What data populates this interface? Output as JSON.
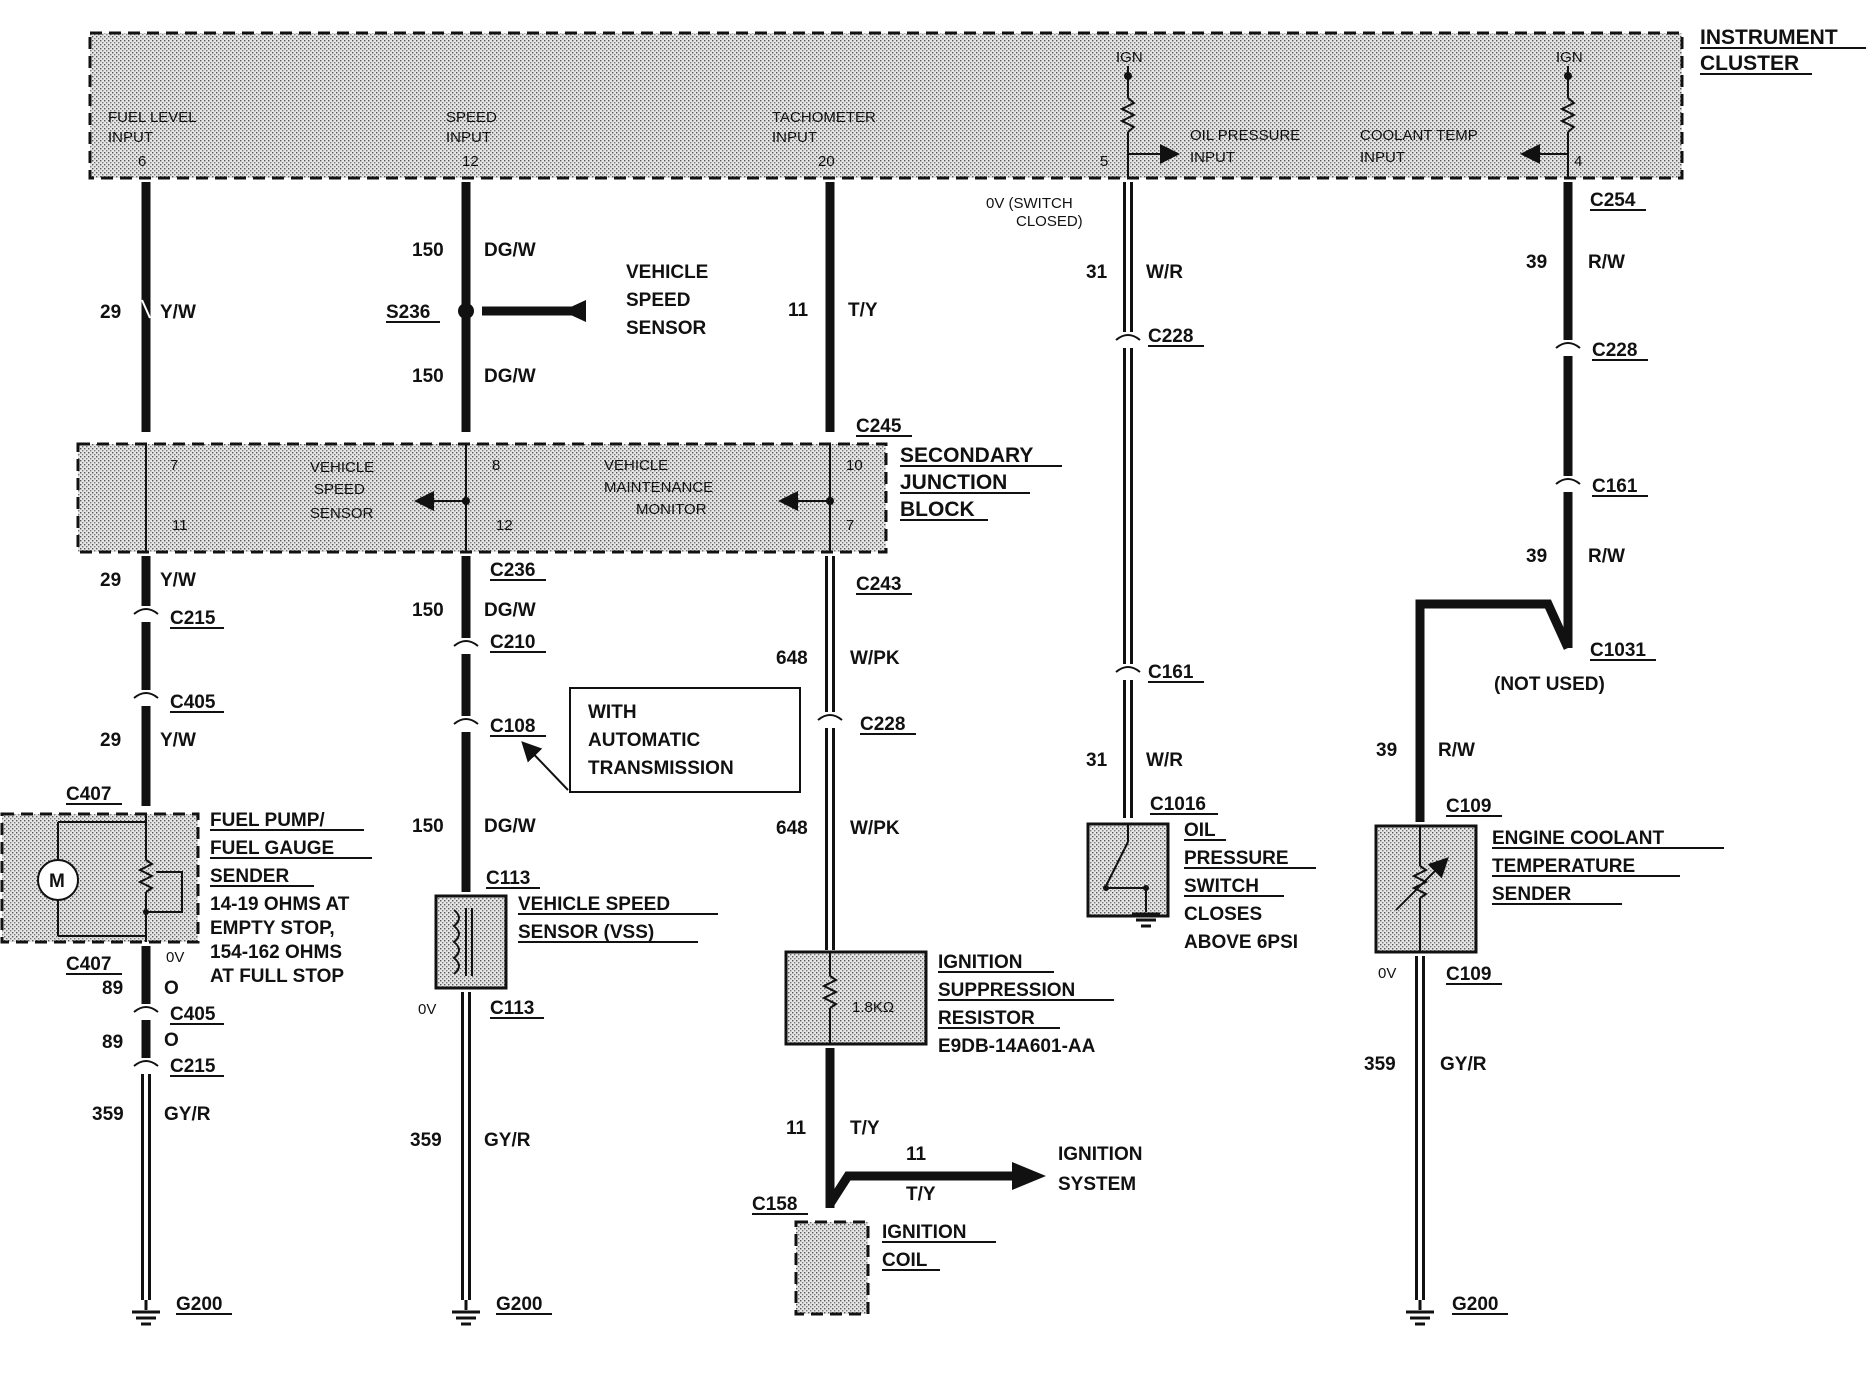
{
  "modules": {
    "instrument_cluster": {
      "title": [
        "INSTRUMENT",
        "CLUSTER"
      ],
      "pins": {
        "fuel_level": {
          "label": [
            "FUEL LEVEL",
            "INPUT"
          ],
          "pin": "6"
        },
        "speed": {
          "label": [
            "SPEED",
            "INPUT"
          ],
          "pin": "12"
        },
        "tach": {
          "label": [
            "TACHOMETER",
            "INPUT"
          ],
          "pin": "20"
        },
        "oil": {
          "label": [
            "OIL PRESSURE",
            "INPUT"
          ],
          "pin": "5"
        },
        "coolant": {
          "label": [
            "COOLANT TEMP",
            "INPUT"
          ],
          "pin": "4"
        }
      },
      "ign": "IGN"
    },
    "secondary_junction_block": {
      "title": [
        "SECONDARY",
        "JUNCTION",
        "BLOCK"
      ],
      "vss_label": [
        "VEHICLE",
        "SPEED",
        "SENSOR"
      ],
      "vmm_label": [
        "VEHICLE",
        "MAINTENANCE",
        "MONITOR"
      ],
      "pins": [
        "7",
        "11",
        "8",
        "12",
        "10",
        "7"
      ]
    }
  },
  "wires": {
    "fuel_upper": {
      "circuit": "29",
      "color": "Y/W"
    },
    "speed_upper1": {
      "circuit": "150",
      "color": "DG/W"
    },
    "speed_upper2": {
      "circuit": "150",
      "color": "DG/W"
    },
    "tach_upper": {
      "circuit": "11",
      "color": "T/Y"
    },
    "oil_upper": {
      "circuit": "31",
      "color": "W/R"
    },
    "coolant_upper": {
      "circuit": "39",
      "color": "R/W"
    },
    "fuel_lower1": {
      "circuit": "29",
      "color": "Y/W"
    },
    "fuel_lower2": {
      "circuit": "29",
      "color": "Y/W"
    },
    "speed_lower1": {
      "circuit": "150",
      "color": "DG/W"
    },
    "speed_lower2": {
      "circuit": "150",
      "color": "DG/W"
    },
    "tach_lower1": {
      "circuit": "648",
      "color": "W/PK"
    },
    "tach_lower2": {
      "circuit": "648",
      "color": "W/PK"
    },
    "oil_lower": {
      "circuit": "31",
      "color": "W/R"
    },
    "coolant_mid": {
      "circuit": "39",
      "color": "R/W"
    },
    "coolant_lower": {
      "circuit": "39",
      "color": "R/W"
    },
    "fuel_ground1": {
      "circuit": "89",
      "color": "O"
    },
    "fuel_ground2": {
      "circuit": "89",
      "color": "O"
    },
    "fuel_ground3": {
      "circuit": "359",
      "color": "GY/R"
    },
    "vss_ground": {
      "circuit": "359",
      "color": "GY/R"
    },
    "ign_coil1": {
      "circuit": "11",
      "color": "T/Y"
    },
    "ign_coil2": {
      "circuit": "11",
      "color": "T/Y"
    },
    "ect_ground": {
      "circuit": "359",
      "color": "GY/R"
    }
  },
  "connectors": {
    "c254": "C254",
    "c228_oil": "C228",
    "c228_cool": "C228",
    "c161_cool": "C161",
    "c245": "C245",
    "c236": "C236",
    "c243": "C243",
    "c215_a": "C215",
    "c405_a": "C405",
    "c210": "C210",
    "c108": "C108",
    "c228_tach": "C228",
    "c161_oil": "C161",
    "c1031": "C1031",
    "c1031_note": "(NOT USED)",
    "c407_a": "C407",
    "c407_b": "C407",
    "c113_a": "C113",
    "c113_b": "C113",
    "c1016": "C1016",
    "c109_a": "C109",
    "c109_b": "C109",
    "c405_b": "C405",
    "c215_b": "C215",
    "c158": "C158",
    "s236": "S236"
  },
  "components": {
    "vehicle_speed_sensor_top": [
      "VEHICLE",
      "SPEED",
      "SENSOR"
    ],
    "fuel_pump": {
      "title": [
        "FUEL PUMP/",
        "FUEL GAUGE",
        "SENDER"
      ],
      "note": [
        "14-19 OHMS AT",
        "EMPTY  STOP,",
        "154-162 OHMS",
        "AT FULL STOP"
      ],
      "motor": "M"
    },
    "auto_trans_note": [
      "WITH",
      "AUTOMATIC",
      "TRANSMISSION"
    ],
    "vss": {
      "title": [
        "VEHICLE SPEED",
        "SENSOR (VSS)"
      ]
    },
    "oil_switch": {
      "title": [
        "OIL",
        "PRESSURE",
        "SWITCH"
      ],
      "note": [
        "CLOSES",
        "ABOVE 6PSI"
      ]
    },
    "ect_sender": {
      "title": [
        "ENGINE COOLANT",
        "TEMPERATURE",
        "SENDER"
      ]
    },
    "ign_resistor": {
      "title": [
        "IGNITION",
        "SUPPRESSION",
        "RESISTOR"
      ],
      "part": "E9DB-14A601-AA",
      "value": "1.8KΩ"
    },
    "ignition_system": [
      "IGNITION",
      "SYSTEM"
    ],
    "ignition_coil": [
      "IGNITION",
      "COIL"
    ]
  },
  "voltage_notes": {
    "oil_zero": [
      "0V (SWITCH",
      "CLOSED)"
    ],
    "fuel_zero": "0V",
    "vss_zero": "0V",
    "ect_zero": "0V"
  },
  "grounds": [
    "G200",
    "G200",
    "G200"
  ]
}
